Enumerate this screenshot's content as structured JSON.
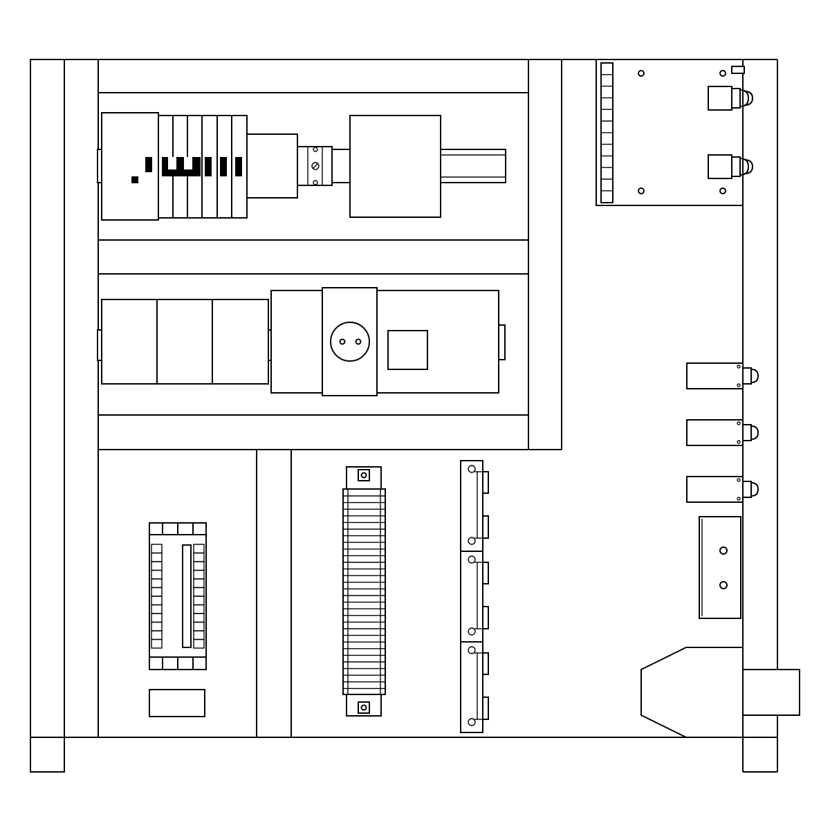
{
  "diagram": {
    "kind": "electrical-enclosure-panel-layout",
    "colors": {
      "line": "#000000",
      "background": "#ffffff"
    },
    "components": [
      "enclosure-frame",
      "upper-din-rail",
      "circuit-breaker-group",
      "contactor",
      "lower-din-rail",
      "terminal-block-group",
      "socket-outlet-module",
      "plc-io-module",
      "heatsink-module",
      "fuse-holder-strip",
      "relay-board",
      "push-button",
      "junction-box",
      "cable-entry-gland"
    ],
    "push_button_count": 3,
    "fuse_holder_count": 3
  }
}
